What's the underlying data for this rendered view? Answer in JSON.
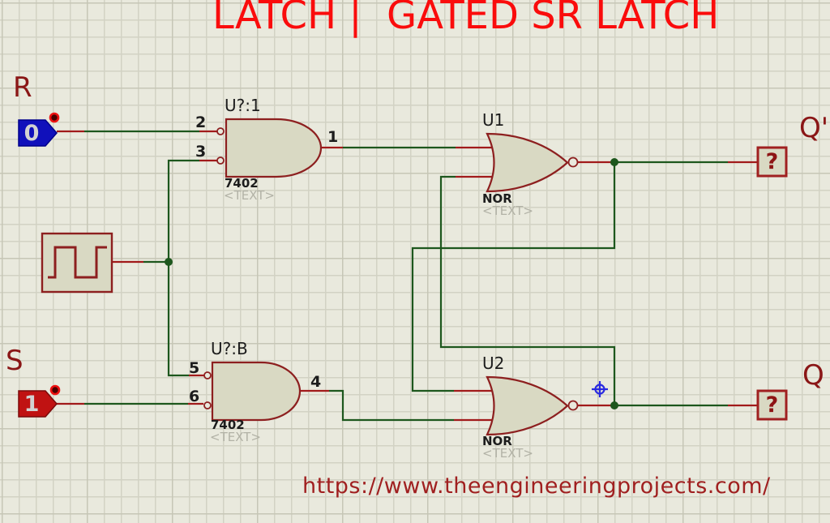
{
  "header": {
    "title": "LATCH |  GATED SR LATCH"
  },
  "watermark": {
    "url_text": "https://www.theengineeringprojects.com/"
  },
  "colors": {
    "background": "#e9e9dd",
    "grid_line": "#d2d2c4",
    "title_red": "#fa0c0c",
    "label_maroon": "#8a1616",
    "wire_green": "#1d571d",
    "wire_red": "#a11a1a",
    "component_outline": "#8d1f1f",
    "component_fill": "#d9d9c3",
    "input_low_blue": "#1010bb",
    "input_high_red": "#c01212",
    "placeholder_grey": "#b2b2a6",
    "crosshair_blue": "#2a2ae0"
  },
  "inputs": {
    "r": {
      "net_label": "R",
      "state": "0"
    },
    "s": {
      "net_label": "S",
      "state": "1"
    }
  },
  "outputs": {
    "q_bar": {
      "net_label": "Q'",
      "probe_value": "?"
    },
    "q": {
      "net_label": "Q",
      "probe_value": "?"
    }
  },
  "gates": {
    "gate1": {
      "ref": "U?:1",
      "part": "7402",
      "placeholder": "<TEXT>",
      "pin_in1": "2",
      "pin_in2": "3",
      "pin_out": "1"
    },
    "gate2": {
      "ref": "U?:B",
      "part": "7402",
      "placeholder": "<TEXT>",
      "pin_in1": "5",
      "pin_in2": "6",
      "pin_out": "4"
    },
    "gate3": {
      "ref": "U1",
      "part": "NOR",
      "placeholder": "<TEXT>"
    },
    "gate4": {
      "ref": "U2",
      "part": "NOR",
      "placeholder": "<TEXT>"
    }
  }
}
